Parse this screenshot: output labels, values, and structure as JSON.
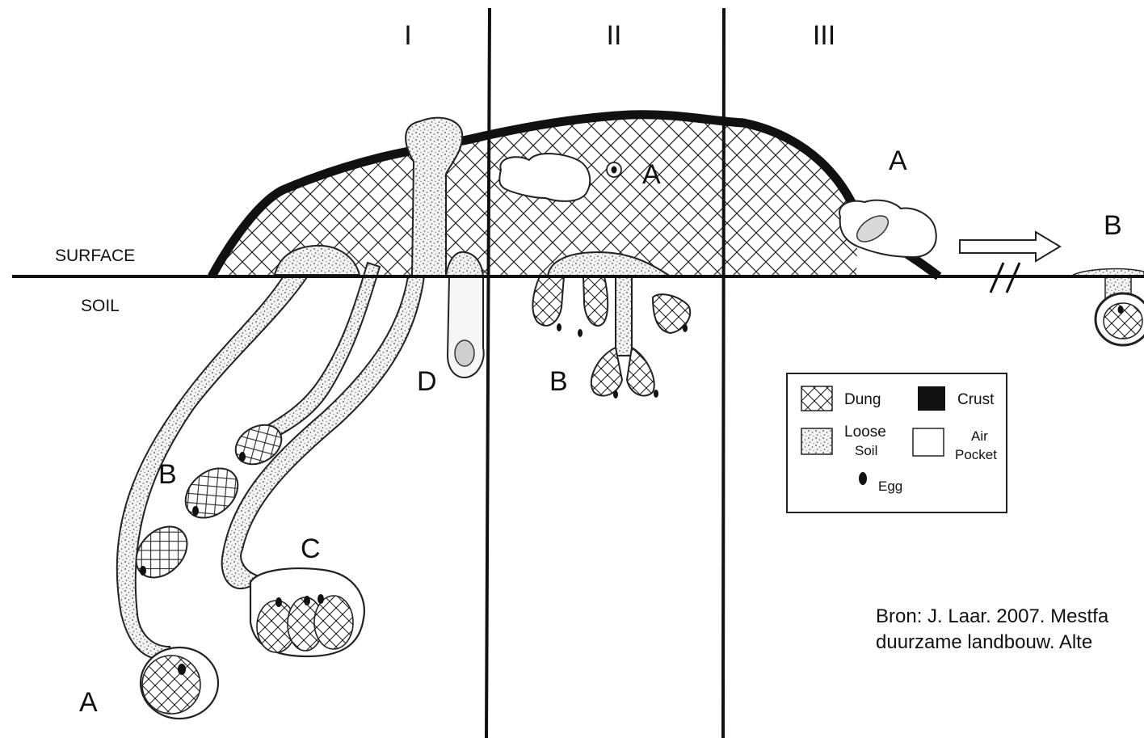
{
  "columns": [
    "I",
    "II",
    "III"
  ],
  "levels": {
    "surface": "SURFACE",
    "soil": "SOIL"
  },
  "labels": {
    "col1_burrow_a": "A",
    "col1_burrow_b": "B",
    "col1_burrow_c": "C",
    "col1_burrow_d": "D",
    "col2_a": "A",
    "col2_b": "B",
    "col3_a": "A",
    "col3_b": "B"
  },
  "legend": {
    "dung": "Dung",
    "crust": "Crust",
    "loose_soil_1": "Loose",
    "loose_soil_2": "Soil",
    "air_pocket_1": "Air",
    "air_pocket_2": "Pocket",
    "egg": "Egg"
  },
  "caption": {
    "line1": "Bron: J. Laar. 2007. Mestfa",
    "line2": "duurzame landbouw. Alte"
  }
}
